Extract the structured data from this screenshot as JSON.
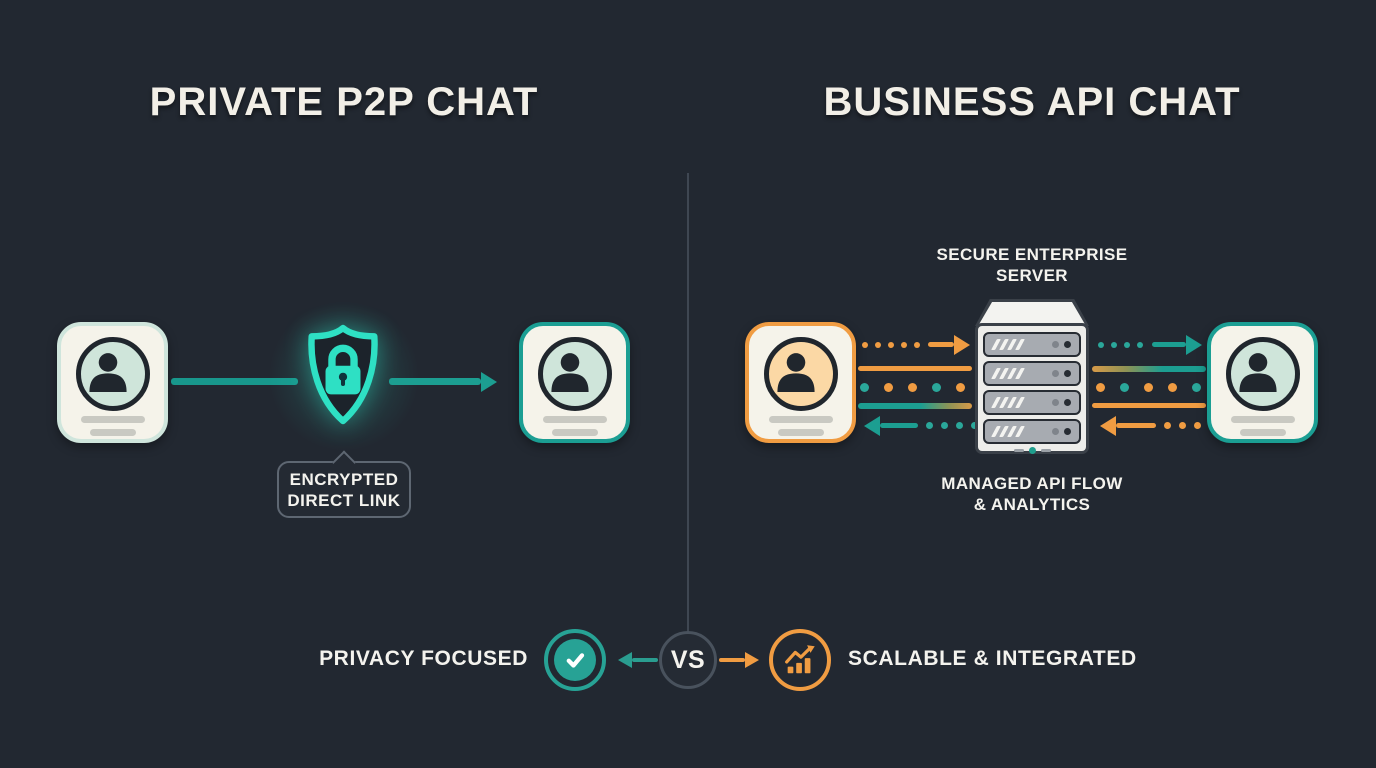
{
  "palette": {
    "background": "#222831",
    "teal": "#1c9e91",
    "teal_bright": "#2ee0c4",
    "orange": "#f09c42",
    "card_cream": "#f5f3ea",
    "avatar_mint": "#cfe5da",
    "avatar_peach": "#fbd8a5",
    "ink": "#20262d",
    "text": "#f2efe7"
  },
  "left_panel": {
    "title": "PRIVATE P2P CHAT",
    "callout": {
      "line1": "ENCRYPTED",
      "line2": "DIRECT LINK"
    },
    "footer_label": "PRIVACY FOCUSED",
    "icons": {
      "shield": "shield-lock-icon",
      "user_left": "user-card-avatar-icon",
      "user_right": "user-card-avatar-icon",
      "check": "checkmark-icon"
    }
  },
  "right_panel": {
    "title": "BUSINESS API CHAT",
    "server_label": {
      "line1": "SECURE ENTERPRISE",
      "line2": "SERVER"
    },
    "flow_label": {
      "line1": "MANAGED API FLOW",
      "line2": "& ANALYTICS"
    },
    "footer_label": "SCALABLE & INTEGRATED",
    "icons": {
      "server": "server-rack-icon",
      "user_left": "user-card-avatar-icon",
      "user_right": "user-card-avatar-icon",
      "chart": "growth-chart-icon"
    }
  },
  "center": {
    "vs_label": "VS"
  }
}
